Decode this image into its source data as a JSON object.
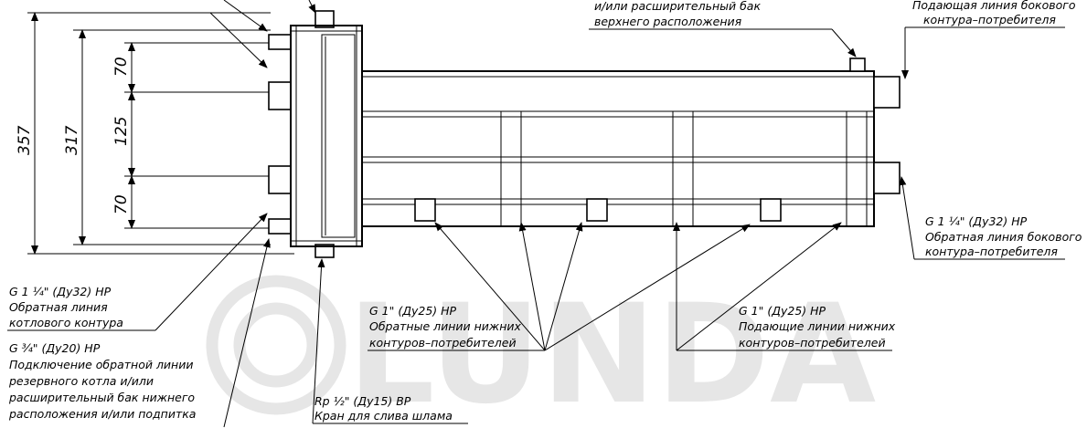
{
  "watermark": {
    "text": "LUNDA",
    "color": "#e6e6e6"
  },
  "dimensions": {
    "total": "357",
    "inner": "317",
    "seg_top": "70",
    "seg_mid": "125",
    "seg_bottom": "70"
  },
  "labels": {
    "top_right_partial": {
      "line1": "и/или расширительный бак",
      "line2": "верхнего расположения"
    },
    "side_supply": {
      "line1": "Подающая линия бокового",
      "line2": "контура–потребителя"
    },
    "side_return": {
      "line1": "G 1 ¼\" (Ду32) НР",
      "line2": "Обратная линия бокового",
      "line3": "контура–потребителя"
    },
    "boiler_return": {
      "line1": "G 1 ¼\" (Ду32) НР",
      "line2": "Обратная линия",
      "line3": "котлового контура"
    },
    "reserve": {
      "line1": "G ¾\" (Ду20) НР",
      "line2": "Подключение обратной линии",
      "line3": "резервного котла и/или",
      "line4": "расширительный бак нижнего",
      "line5": "расположения и/или подпитка"
    },
    "drain": {
      "line1": "Rp ½\" (Ду15) ВР",
      "line2": "Кран для слива шлама"
    },
    "bottom_returns": {
      "line1": "G 1\" (Ду25) НР",
      "line2": "Обратные линии нижних",
      "line3": "контуров–потребителей"
    },
    "bottom_supplies": {
      "line1": "G 1\" (Ду25) НР",
      "line2": "Подающие линии нижних",
      "line3": "контуров–потребителей"
    }
  }
}
